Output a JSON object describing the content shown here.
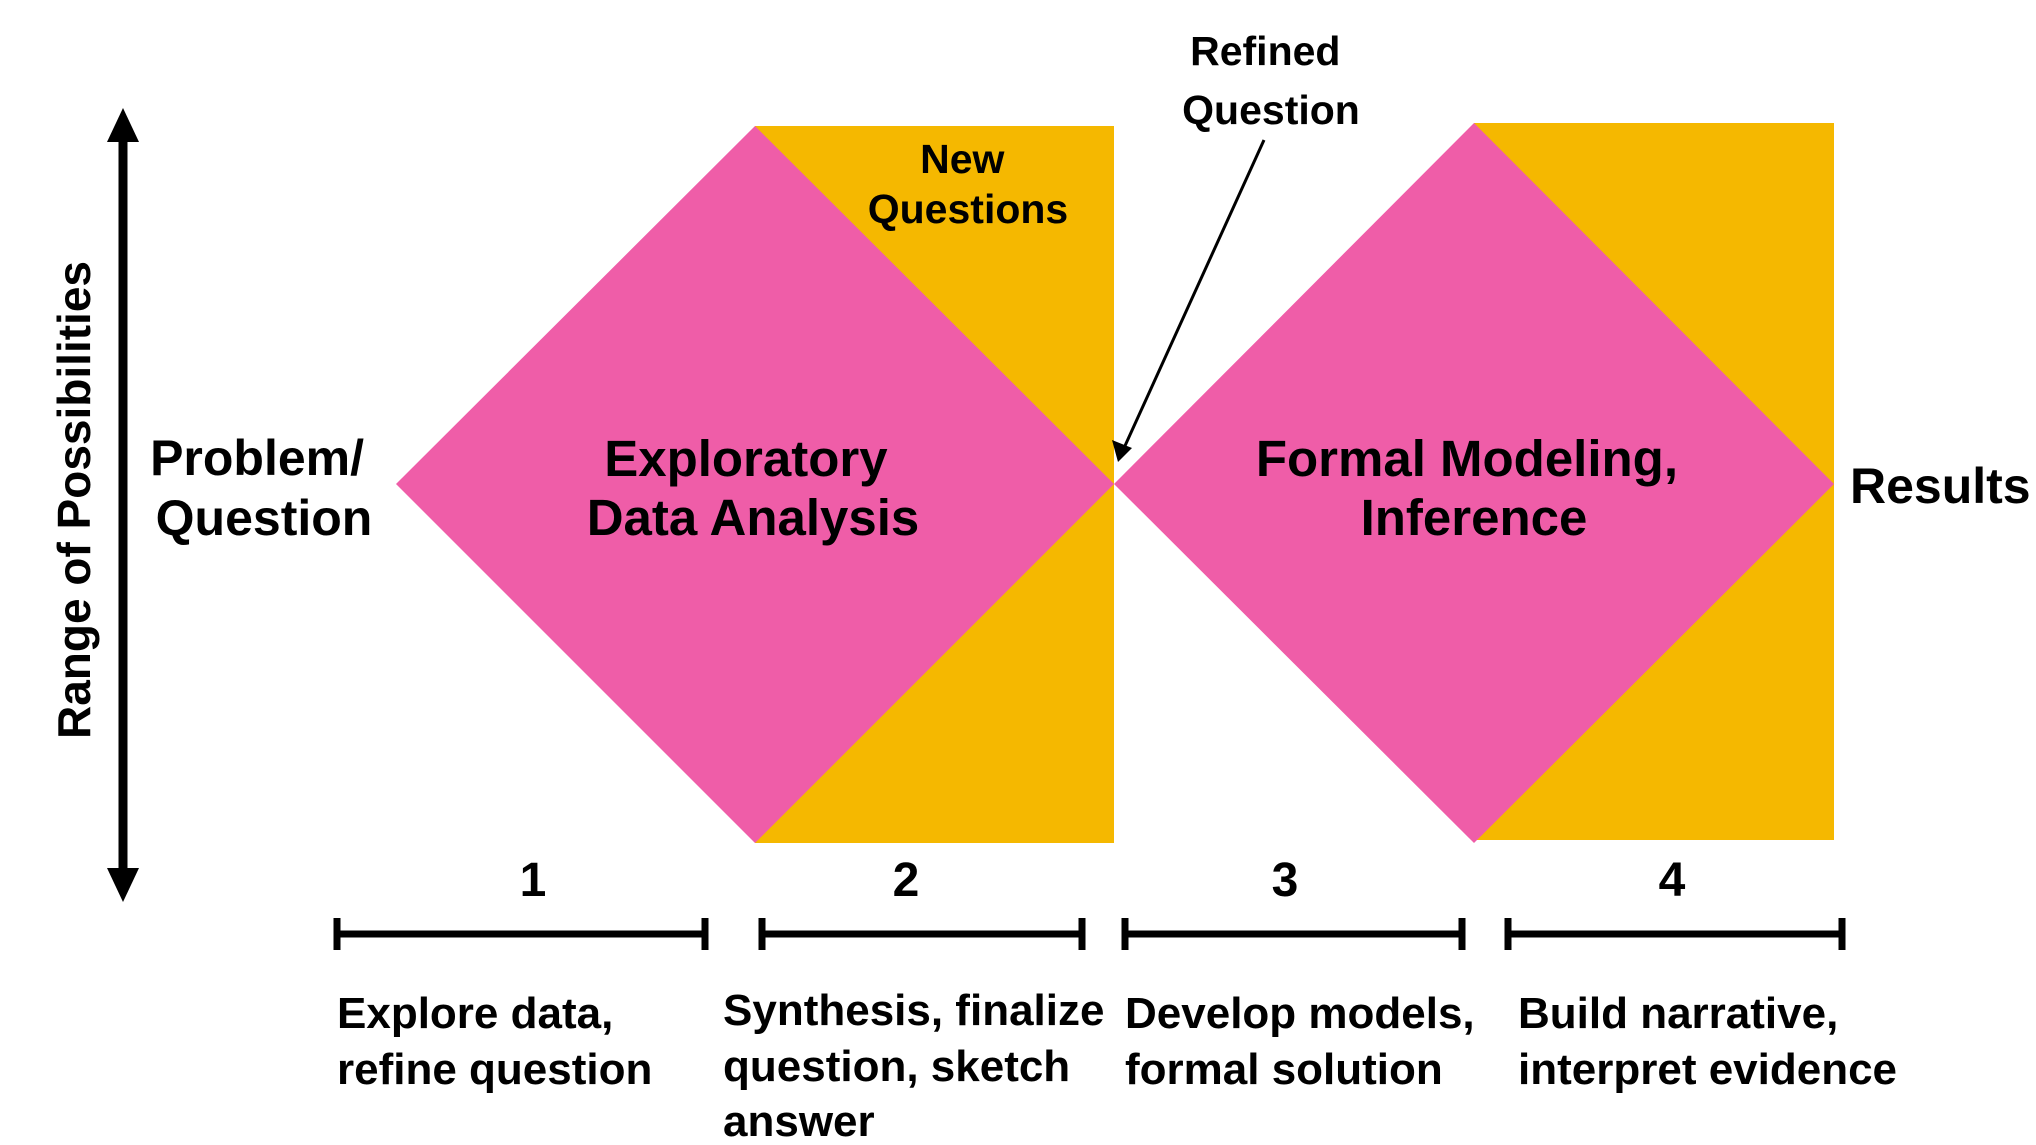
{
  "colors": {
    "pink": "#EF5DA8",
    "gold": "#F5B800",
    "ink": "#000000"
  },
  "axis_label": "Range of Possibilities",
  "start_label": [
    "Problem/",
    "Question"
  ],
  "end_label": "Results",
  "refined_question": [
    "Refined",
    "Question"
  ],
  "new_questions": [
    "New",
    "Questions"
  ],
  "phase1_title": [
    "Exploratory",
    "Data Analysis"
  ],
  "phase2_title": [
    "Formal Modeling,",
    "Inference"
  ],
  "stages": [
    {
      "number": "1",
      "desc": [
        "Explore data,",
        "refine question"
      ]
    },
    {
      "number": "2",
      "desc": [
        "Synthesis, finalize",
        "question, sketch",
        "answer"
      ]
    },
    {
      "number": "3",
      "desc": [
        "Develop models,",
        "formal solution"
      ]
    },
    {
      "number": "4",
      "desc": [
        "Build narrative,",
        "interpret evidence"
      ]
    }
  ]
}
